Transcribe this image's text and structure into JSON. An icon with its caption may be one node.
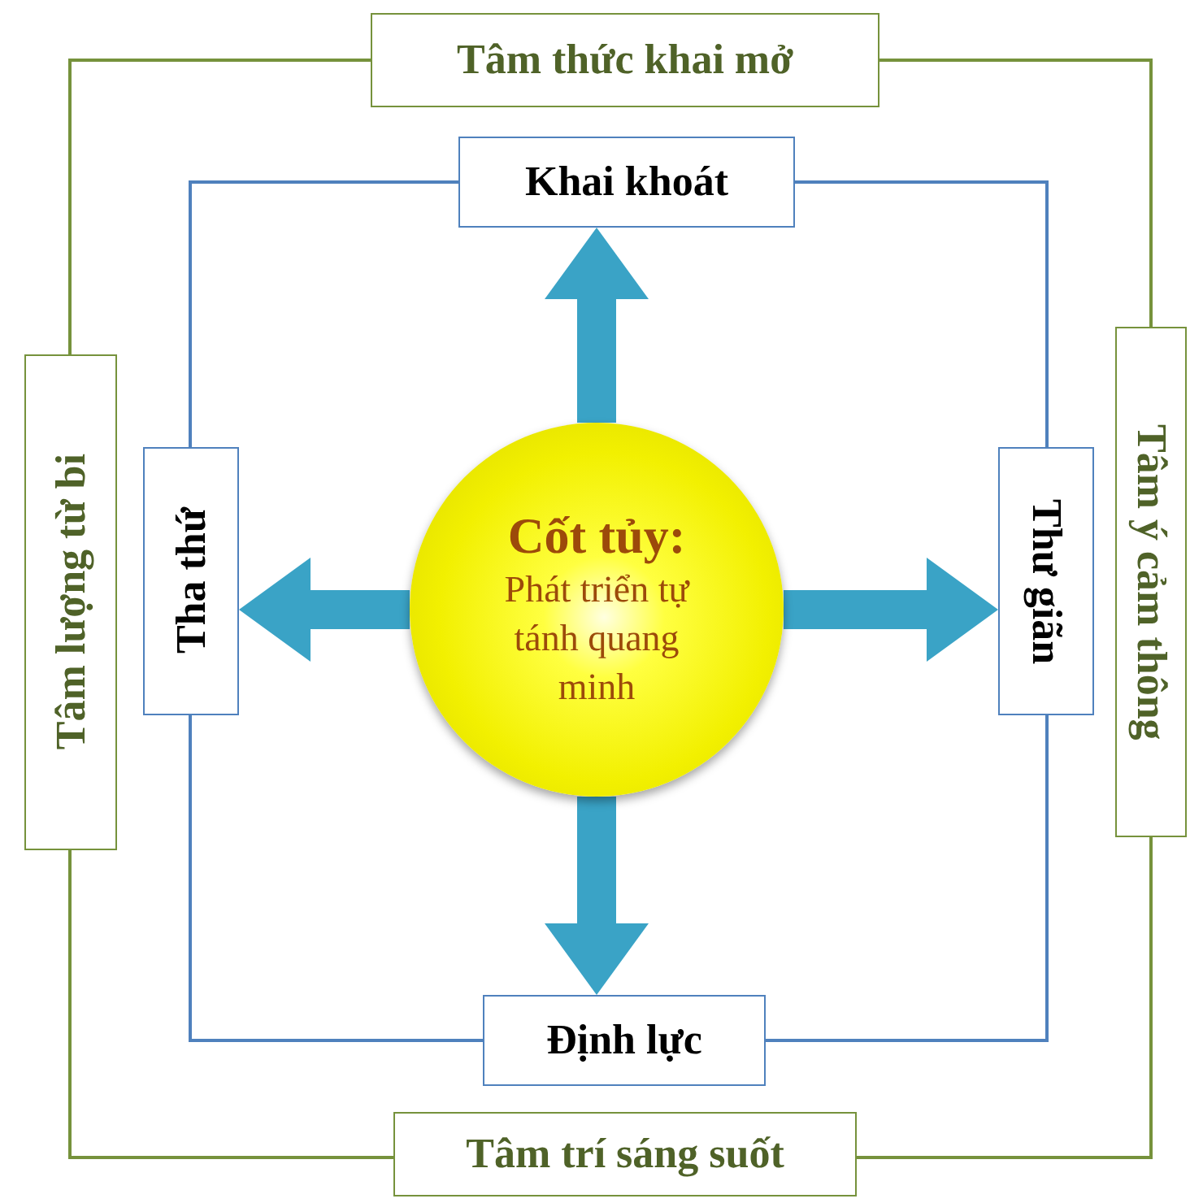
{
  "diagram": {
    "nodes": [
      {
        "text": [
          "Tâm thức khai mở"
        ]
      },
      {
        "text": [
          "Tâm lượng từ bi"
        ]
      },
      {
        "text": [
          "Tâm ý cảm thông"
        ]
      },
      {
        "text": [
          "Khai khoát"
        ]
      },
      {
        "text": [
          "Tha thứ"
        ]
      },
      {
        "text": [
          "Cốt tủy:",
          "Phát triển tự tánh quang minh"
        ]
      },
      {
        "text": [
          "Thư giãn"
        ]
      },
      {
        "text": [
          "Định lực"
        ]
      },
      {
        "text": [
          "Tâm trí sáng suốt"
        ]
      }
    ],
    "edges": [
      {
        "from": 0,
        "to": 2,
        "arrow": "none",
        "color": "#76923c"
      },
      {
        "from": 2,
        "to": 8,
        "arrow": "none",
        "color": "#76923c"
      },
      {
        "from": 8,
        "to": 1,
        "arrow": "none",
        "color": "#76923c"
      },
      {
        "from": 1,
        "to": 0,
        "arrow": "none",
        "color": "#76923c"
      },
      {
        "from": 3,
        "to": 6,
        "arrow": "none",
        "color": "#4f81bd"
      },
      {
        "from": 6,
        "to": 7,
        "arrow": "none",
        "color": "#4f81bd"
      },
      {
        "from": 7,
        "to": 4,
        "arrow": "none",
        "color": "#4f81bd"
      },
      {
        "from": 4,
        "to": 3,
        "arrow": "none",
        "color": "#4f81bd"
      },
      {
        "from": 5,
        "to": 3,
        "arrow": "to",
        "style": "thick",
        "color": "#3aa3c6"
      },
      {
        "from": 5,
        "to": 4,
        "arrow": "to",
        "style": "thick",
        "color": "#3aa3c6"
      },
      {
        "from": 5,
        "to": 6,
        "arrow": "to",
        "style": "thick",
        "color": "#3aa3c6"
      },
      {
        "from": 5,
        "to": 7,
        "arrow": "to",
        "style": "thick",
        "color": "#3aa3c6"
      }
    ]
  }
}
